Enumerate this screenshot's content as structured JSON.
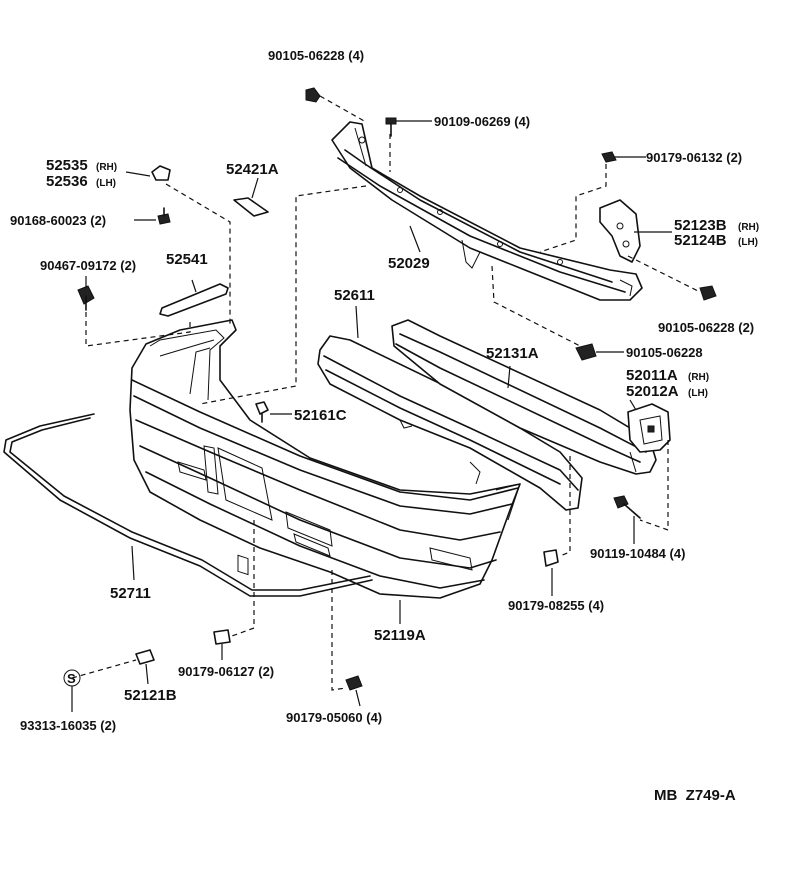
{
  "diagram_code": "MB  Z749-A",
  "labels": {
    "p90105_06228_top": "90105-06228 (4)",
    "p90109_06269": "90109-06269 (4)",
    "p90179_06132": "90179-06132 (2)",
    "p52535": "52535",
    "p52536": "52536",
    "rh": "(RH)",
    "lh": "(LH)",
    "p52421A": "52421A",
    "p90168_60023": "90168-60023 (2)",
    "p52123B": "52123B",
    "p52124B": "52124B",
    "p52029": "52029",
    "p90467_09172": "90467-09172 (2)",
    "p52541": "52541",
    "p52611": "52611",
    "p90105_06228_right": "90105-06228 (2)",
    "p90105_06228_mid": "90105-06228",
    "p52131A": "52131A",
    "p52011A": "52011A",
    "p52012A": "52012A",
    "p52161C": "52161C",
    "p90119_10484": "90119-10484 (4)",
    "p52711": "52711",
    "p90179_08255": "90179-08255 (4)",
    "p52119A": "52119A",
    "p90179_06127": "90179-06127 (2)",
    "s_mark": "S",
    "p52121B": "52121B",
    "p93313_16035": "93313-16035 (2)",
    "p90179_05060": "90179-05060 (4)"
  }
}
